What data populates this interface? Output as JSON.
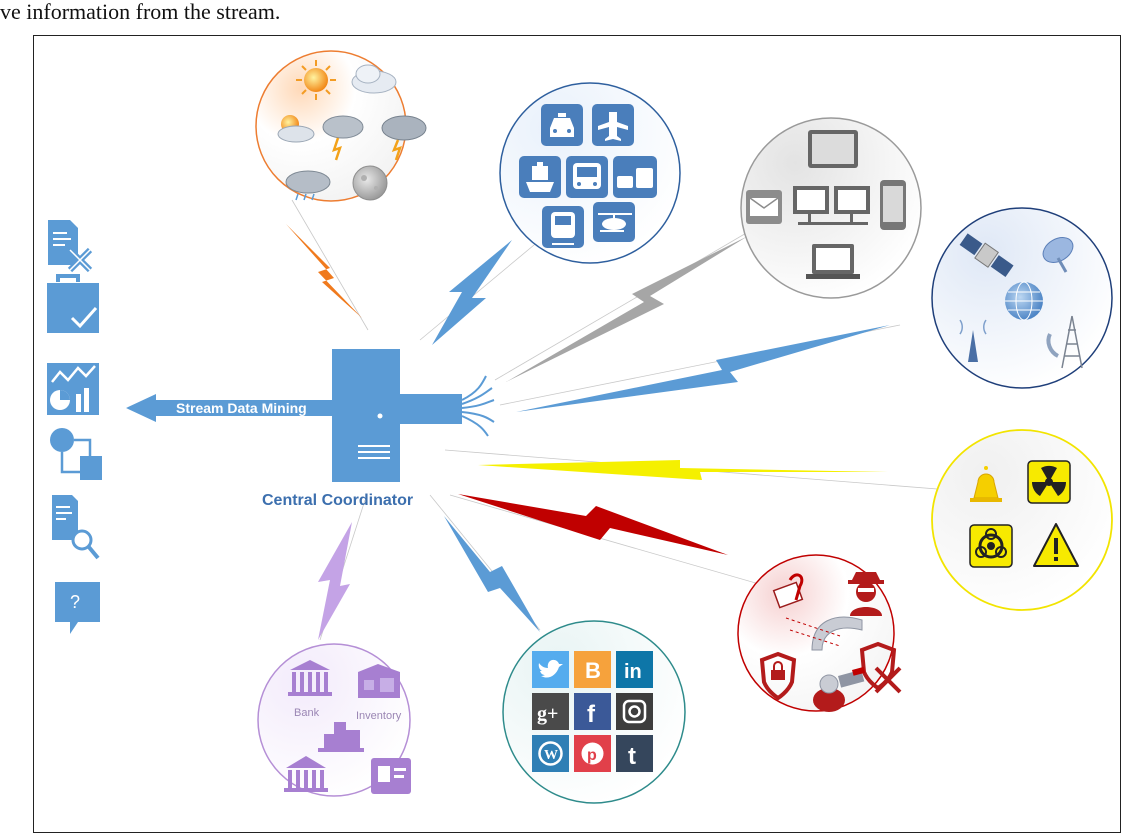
{
  "caption": "ve information from the stream.",
  "labels": {
    "stream_arrow": "Stream Data Mining",
    "coordinator": "Central Coordinator",
    "bank1": "Bank",
    "inventory": "Inventory"
  },
  "colors": {
    "main_blue": "#5b9bd5",
    "weather_ring": "#ed7d31",
    "transport_ring": "#2e5f9e",
    "devices_ring": "#9a9a9a",
    "network_ring": "#1f3f7a",
    "alert_ring": "#f2e400",
    "security_ring": "#c00000",
    "social_ring": "#2e8b8b",
    "finance_ring": "#b58fd6",
    "bolt_orange": "#f07a1d",
    "bolt_gray": "#a6a6a6",
    "bolt_yellow": "#f5f000",
    "bolt_red": "#c00000",
    "bolt_purple": "#c4a3e6",
    "social_twitter": "#55acee",
    "social_blogger": "#f6a23c",
    "social_linkedin": "#0e76a8",
    "social_gplus": "#4a4a4a",
    "social_facebook": "#3b5998",
    "social_instagram": "#3d3d3d",
    "social_wordpress": "#2f7fb5",
    "social_pinterest": "#e1404a",
    "social_tumblr": "#35465c"
  },
  "icons": {
    "side": [
      "document-reject-icon",
      "briefcase-check-icon",
      "chart-analytics-icon",
      "process-flow-icon",
      "document-search-icon",
      "question-bubble-icon"
    ],
    "weather": [
      "sun-icon",
      "cloud-icon",
      "partly-cloudy-icon",
      "storm-cloud-icon",
      "thunderstorm-icon",
      "rain-cloud-icon",
      "moon-icon"
    ],
    "transport": [
      "taxi-icon",
      "airplane-icon",
      "ship-icon",
      "bus-icon",
      "car-bus-icon",
      "train-icon",
      "helicopter-icon"
    ],
    "devices": [
      "tablet-icon",
      "mail-icon",
      "network-computers-icon",
      "phone-icon",
      "laptop-icon"
    ],
    "network": [
      "satellite-icon",
      "satellite-dish-icon",
      "globe-icon",
      "antenna-icon",
      "phone-wave-icon",
      "radio-tower-icon"
    ],
    "alerts": [
      "alarm-bell-icon",
      "radiation-icon",
      "biohazard-icon",
      "warning-icon"
    ],
    "security": [
      "hook-mail-icon",
      "spy-icon",
      "firewall-icon",
      "padlock-shield-icon",
      "shield-x-icon",
      "robot-icon"
    ],
    "social": [
      "twitter-icon",
      "blogger-icon",
      "linkedin-icon",
      "google-plus-icon",
      "facebook-icon",
      "instagram-icon",
      "wordpress-icon",
      "pinterest-icon",
      "tumblr-icon"
    ],
    "finance": [
      "bank-icon",
      "inventory-icon",
      "city-icon",
      "bank-building-icon",
      "id-card-icon"
    ]
  },
  "social_glyphs": {
    "blogger": "B",
    "linkedin": "in",
    "gplus": "g+",
    "facebook": "f",
    "tumblr": "t"
  }
}
